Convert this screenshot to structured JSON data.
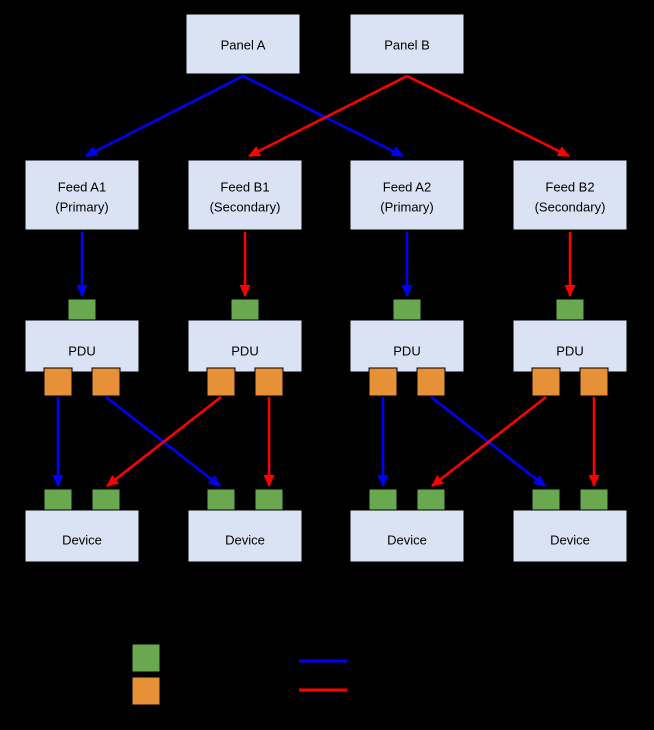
{
  "colors": {
    "background": "#000000",
    "node_fill": "#dae3f3",
    "node_border": "#000000",
    "input_port": "#6aa84f",
    "output_port": "#e69138",
    "primary_path": "#0000ff",
    "secondary_path": "#ff0000"
  },
  "panels": [
    {
      "label": "Panel A"
    },
    {
      "label": "Panel B"
    }
  ],
  "feeds": [
    {
      "name": "Feed A1",
      "role": "(Primary)"
    },
    {
      "name": "Feed B1",
      "role": "(Secondary)"
    },
    {
      "name": "Feed A2",
      "role": "(Primary)"
    },
    {
      "name": "Feed B2",
      "role": "(Secondary)"
    }
  ],
  "pdus": [
    {
      "label": "PDU"
    },
    {
      "label": "PDU"
    },
    {
      "label": "PDU"
    },
    {
      "label": "PDU"
    }
  ],
  "devices": [
    {
      "label": "Device"
    },
    {
      "label": "Device"
    },
    {
      "label": "Device"
    },
    {
      "label": "Device"
    }
  ]
}
